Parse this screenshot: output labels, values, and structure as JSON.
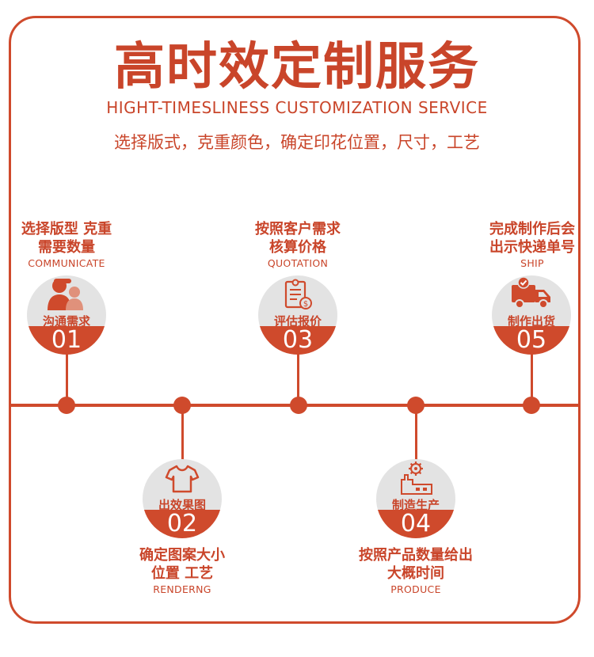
{
  "header": {
    "title": "高时效定制服务",
    "subtitle": "HIGHT-TIMESLINESS CUSTOMIZATION SERVICE",
    "tagline": "选择版式，克重颜色，确定印花位置，尺寸，工艺"
  },
  "steps": [
    {
      "line1": "选择版型 克重",
      "line2": "需要数量",
      "en": "COMMUNICATE",
      "circle_label": "沟通需求",
      "number": "01",
      "icon": "people-icon"
    },
    {
      "line1": "确定图案大小",
      "line2": "位置 工艺",
      "en": "RENDERNG",
      "circle_label": "出效果图",
      "number": "02",
      "icon": "tshirt-icon"
    },
    {
      "line1": "按照客户需求",
      "line2": "核算价格",
      "en": "QUOTATION",
      "circle_label": "评估报价",
      "number": "03",
      "icon": "quote-document-icon"
    },
    {
      "line1": "按照产品数量给出",
      "line2": "大概时间",
      "en": "PRODUCE",
      "circle_label": "制造生产",
      "number": "04",
      "icon": "factory-gear-icon"
    },
    {
      "line1": "完成制作后会",
      "line2": "出示快递单号",
      "en": "SHIP",
      "circle_label": "制作出货",
      "number": "05",
      "icon": "delivery-truck-icon"
    }
  ],
  "colors": {
    "accent": "#cf4a2c",
    "circle_bg": "#e3e3e3",
    "text": "#c9452a"
  }
}
